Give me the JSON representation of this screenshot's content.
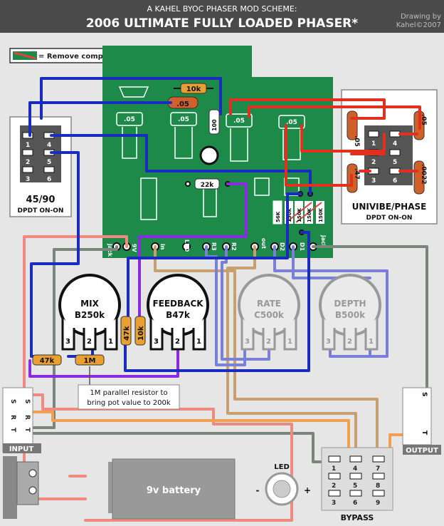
{
  "header": {
    "subtitle": "A KAHEL BYOC PHASER MOD SCHEME:",
    "title": "2006 ULTIMATE FULLY LOADED PHASER*",
    "credit_line1": "Drawing by",
    "credit_line2": "Kahel©2007"
  },
  "legend": {
    "text": "= Remove components from board"
  },
  "board": {
    "caps": [
      ".05",
      ".05",
      ".05",
      ".05",
      ".05"
    ],
    "resistors": [
      "10k",
      "22k",
      "100",
      "56K",
      "150K",
      "150K",
      "150K",
      "150K"
    ],
    "pad_labels": [
      "jack",
      "9V",
      "in",
      "LED",
      "R3",
      "R2",
      "out",
      "D2",
      "D1",
      "jack"
    ]
  },
  "switch_left": {
    "title": "45/90",
    "subtitle": "DPDT ON-ON",
    "pins": [
      "1",
      "2",
      "3",
      "4",
      "5",
      "6"
    ]
  },
  "switch_right": {
    "title": "UNIVIBE/PHASE",
    "subtitle": "DPDT ON-ON",
    "pins": [
      "1",
      "2",
      "3",
      "4",
      "5",
      "6"
    ],
    "caps": [
      ".05",
      ".05",
      ".47",
      ".0022"
    ]
  },
  "pots": [
    {
      "name": "MIX",
      "value": "B250k",
      "pins": [
        "3",
        "2",
        "1"
      ]
    },
    {
      "name": "FEEDBACK",
      "value": "B47k",
      "pins": [
        "3",
        "2",
        "1"
      ]
    },
    {
      "name": "RATE",
      "value": "C500k",
      "pins": [
        "3",
        "2",
        "1"
      ]
    },
    {
      "name": "DEPTH",
      "value": "B500k",
      "pins": [
        "3",
        "2",
        "1"
      ]
    }
  ],
  "added_resistors": [
    "47k",
    "1M",
    "47k",
    "10k"
  ],
  "note": {
    "line1": "1M parallel resistor to",
    "line2": "bring pot value to 200k"
  },
  "input_jack": {
    "label": "INPUT",
    "pins": [
      "S",
      "R",
      "T",
      "S",
      "R",
      "T"
    ]
  },
  "output_jack": {
    "label": "OUTPUT",
    "pins": [
      "S",
      "T"
    ]
  },
  "battery": {
    "label": "9v battery"
  },
  "led": {
    "label": "LED",
    "minus": "-",
    "plus": "+"
  },
  "bypass": {
    "label": "BYPASS",
    "pins": [
      "1",
      "4",
      "7",
      "2",
      "5",
      "8",
      "3",
      "6",
      "9"
    ]
  },
  "colors": {
    "background": "#e6e6e6",
    "header": "#4a4a4a",
    "board": "#1e8a4a",
    "wire_blue": "#1a2bbf",
    "wire_red": "#e03020",
    "wire_purple": "#8a2be2",
    "wire_pink": "#f08a80",
    "wire_orange": "#f0a050",
    "wire_tan": "#c8a070",
    "wire_gray": "#7a867a",
    "wire_lightblue": "#7a80d8"
  }
}
